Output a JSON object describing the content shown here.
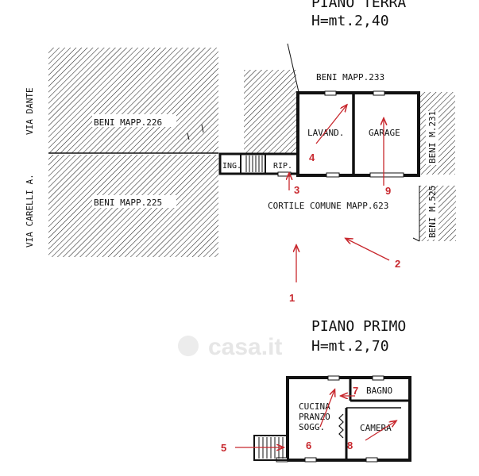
{
  "ground_floor": {
    "title": "PIANO TERRA",
    "height": "H=mt.2,40",
    "labels": {
      "beni_226": "BENI MAPP.226",
      "beni_225": "BENI MAPP.225",
      "beni_233": "BENI MAPP.233",
      "beni_231": "BENI M.231",
      "beni_525": "BENI M.525",
      "via_dante": "VIA DANTE",
      "via_carelli": "VIA CARELLI A.",
      "ing": "ING.",
      "rip": "RIP.",
      "lavand": "LAVAND.",
      "garage": "GARAGE",
      "cortile": "CORTILE COMUNE MAPP.623"
    },
    "markers": [
      "1",
      "2",
      "3",
      "4",
      "9"
    ]
  },
  "first_floor": {
    "title": "PIANO PRIMO",
    "height": "H=mt.2,70",
    "labels": {
      "cucina_1": "CUCINA",
      "cucina_2": "PRANZO",
      "cucina_3": "SOGG.",
      "bagno": "BAGNO",
      "camera": "CAMERA"
    },
    "markers": [
      "5",
      "6",
      "7",
      "8"
    ]
  },
  "watermark": "casa.it",
  "colors": {
    "line": "#111111",
    "marker": "#c8282e",
    "hatch": "#222222"
  }
}
